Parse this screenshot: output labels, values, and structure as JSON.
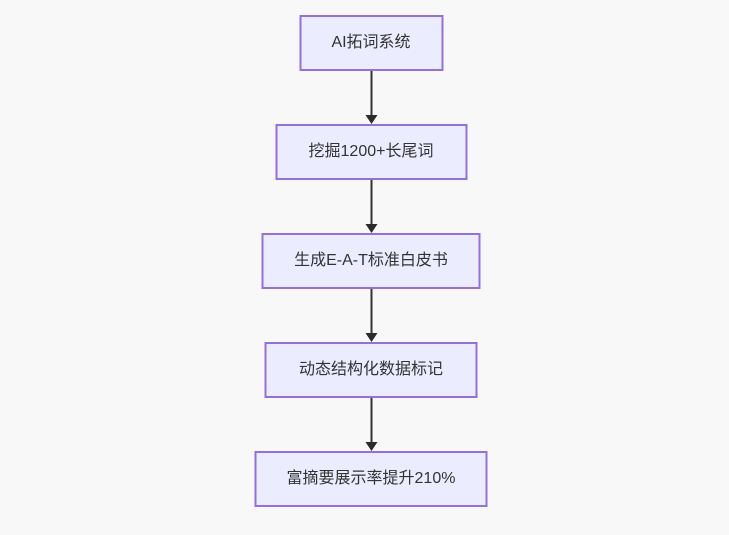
{
  "canvas": {
    "background_color": "#f8f8f8"
  },
  "flowchart": {
    "type": "flowchart",
    "direction": "top-down",
    "node_fill_color": "#ECECFF",
    "node_border_color": "#9370DB",
    "text_color": "#333333",
    "arrow_color": "#333333",
    "nodes": [
      {
        "id": "step-1",
        "label": "AI拓词系统"
      },
      {
        "id": "step-2",
        "label": "挖掘1200+长尾词"
      },
      {
        "id": "step-3",
        "label": "生成E-A-T标准白皮书"
      },
      {
        "id": "step-4",
        "label": "动态结构化数据标记"
      },
      {
        "id": "step-5",
        "label": "富摘要展示率提升210%"
      }
    ],
    "edges": [
      {
        "from": "step-1",
        "to": "step-2"
      },
      {
        "from": "step-2",
        "to": "step-3"
      },
      {
        "from": "step-3",
        "to": "step-4"
      },
      {
        "from": "step-4",
        "to": "step-5"
      }
    ]
  }
}
